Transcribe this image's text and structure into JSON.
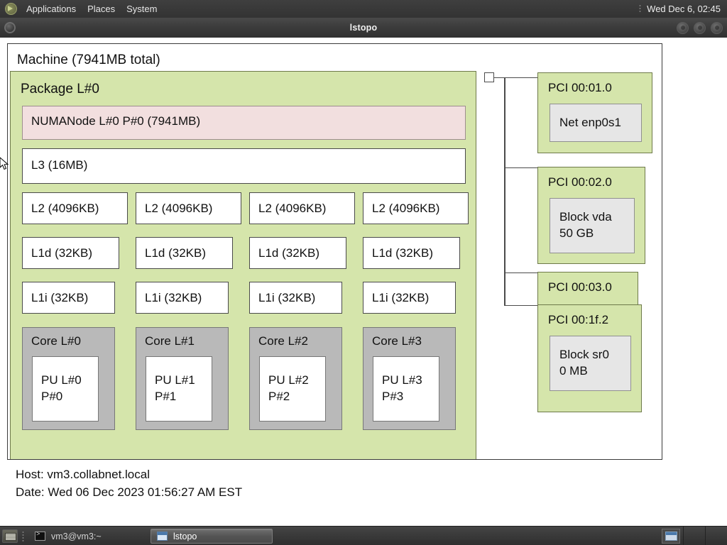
{
  "panel": {
    "logo_icon": "gnome-foot-icon",
    "menus": [
      "Applications",
      "Places",
      "System"
    ],
    "clock": "Wed Dec  6, 02:45"
  },
  "window": {
    "title": "lstopo",
    "icon": "window-menu-icon",
    "buttons": [
      "minimize-button",
      "maximize-button",
      "close-button"
    ]
  },
  "topology": {
    "machine_label": "Machine (7941MB total)",
    "package_label": "Package L#0",
    "numanode_label": "NUMANode L#0 P#0 (7941MB)",
    "l3_label": "L3 (16MB)",
    "l2": [
      "L2 (4096KB)",
      "L2 (4096KB)",
      "L2 (4096KB)",
      "L2 (4096KB)"
    ],
    "l1d": [
      "L1d (32KB)",
      "L1d (32KB)",
      "L1d (32KB)",
      "L1d (32KB)"
    ],
    "l1i": [
      "L1i (32KB)",
      "L1i (32KB)",
      "L1i (32KB)",
      "L1i (32KB)"
    ],
    "cores": [
      {
        "label": "Core L#0",
        "pu_line1": "PU L#0",
        "pu_line2": "P#0"
      },
      {
        "label": "Core L#1",
        "pu_line1": "PU L#1",
        "pu_line2": "P#1"
      },
      {
        "label": "Core L#2",
        "pu_line1": "PU L#2",
        "pu_line2": "P#2"
      },
      {
        "label": "Core L#3",
        "pu_line1": "PU L#3",
        "pu_line2": "P#3"
      }
    ],
    "pci": [
      {
        "label": "PCI 00:01.0",
        "child_line1": "Net enp0s1",
        "child_line2": ""
      },
      {
        "label": "PCI 00:02.0",
        "child_line1": "Block vda",
        "child_line2": "50 GB"
      },
      {
        "label": "PCI 00:03.0",
        "child_line1": "",
        "child_line2": ""
      },
      {
        "label": "PCI 00:1f.2",
        "child_line1": "Block sr0",
        "child_line2": "0 MB"
      }
    ],
    "footer": {
      "host": "Host: vm3.collabnet.local",
      "date": "Date: Wed 06 Dec 2023 01:56:27 AM EST"
    }
  },
  "taskbar": {
    "show_desktop_icon": "show-desktop-icon",
    "tasks": [
      {
        "label": "vm3@vm3:~",
        "icon": "terminal-icon",
        "active": false
      },
      {
        "label": "lstopo",
        "icon": "window-icon",
        "active": true
      }
    ],
    "pager_icon": "workspace-switcher-icon"
  },
  "colors": {
    "package_fill": "#d5e5ab",
    "numa_fill": "#f2dfdf",
    "core_fill": "#b9b9b9",
    "pci_child_fill": "#e6e6e6",
    "border": "#4a4a4a"
  }
}
